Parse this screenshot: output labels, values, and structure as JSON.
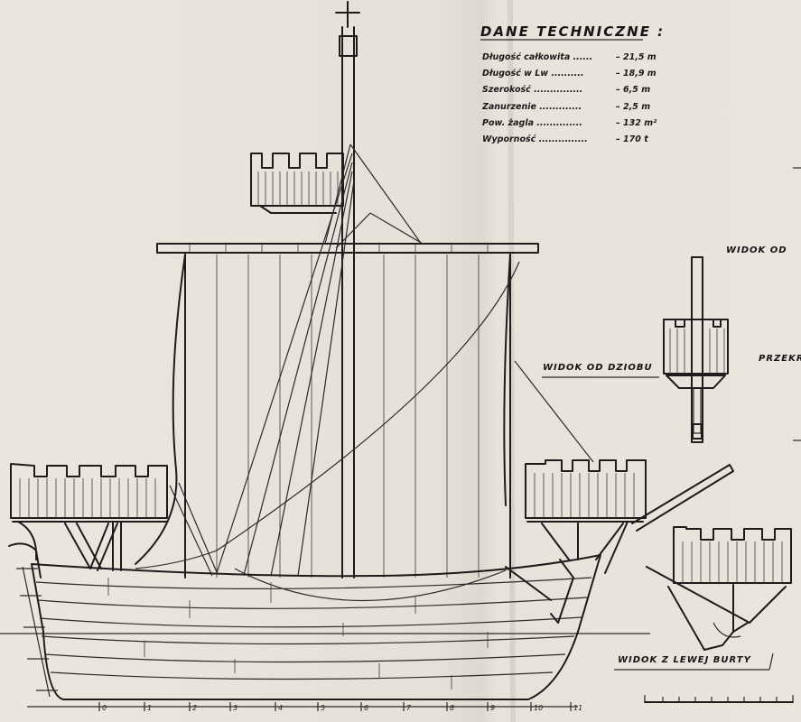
{
  "tech": {
    "title": "DANE TECHNICZNE :",
    "rows": [
      {
        "name": "Długość całkowita ......",
        "value": "– 21,5 m"
      },
      {
        "name": "Długość w Lw ..........",
        "value": "– 18,9 m"
      },
      {
        "name": "Szerokość ...............",
        "value": "– 6,5 m"
      },
      {
        "name": "Zanurzenie .............",
        "value": "– 2,5 m"
      },
      {
        "name": "Pow. żagla ..............",
        "value": "– 132 m²"
      },
      {
        "name": "Wyporność ...............",
        "value": "– 170 t"
      }
    ]
  },
  "labels": {
    "bow_view": "WIDOK OD DZIOBU",
    "port_view": "WIDOK Z LEWEJ BURTY",
    "view_from_cut": "WIDOK OD",
    "cross_section_cut": "PRZEKR"
  },
  "station_ticks": [
    "0",
    "1",
    "2",
    "3",
    "4",
    "5",
    "6",
    "7",
    "8",
    "9",
    "10",
    "11"
  ],
  "colors": {
    "paper": "#e8e4dc",
    "ink": "#1c1c1c"
  }
}
